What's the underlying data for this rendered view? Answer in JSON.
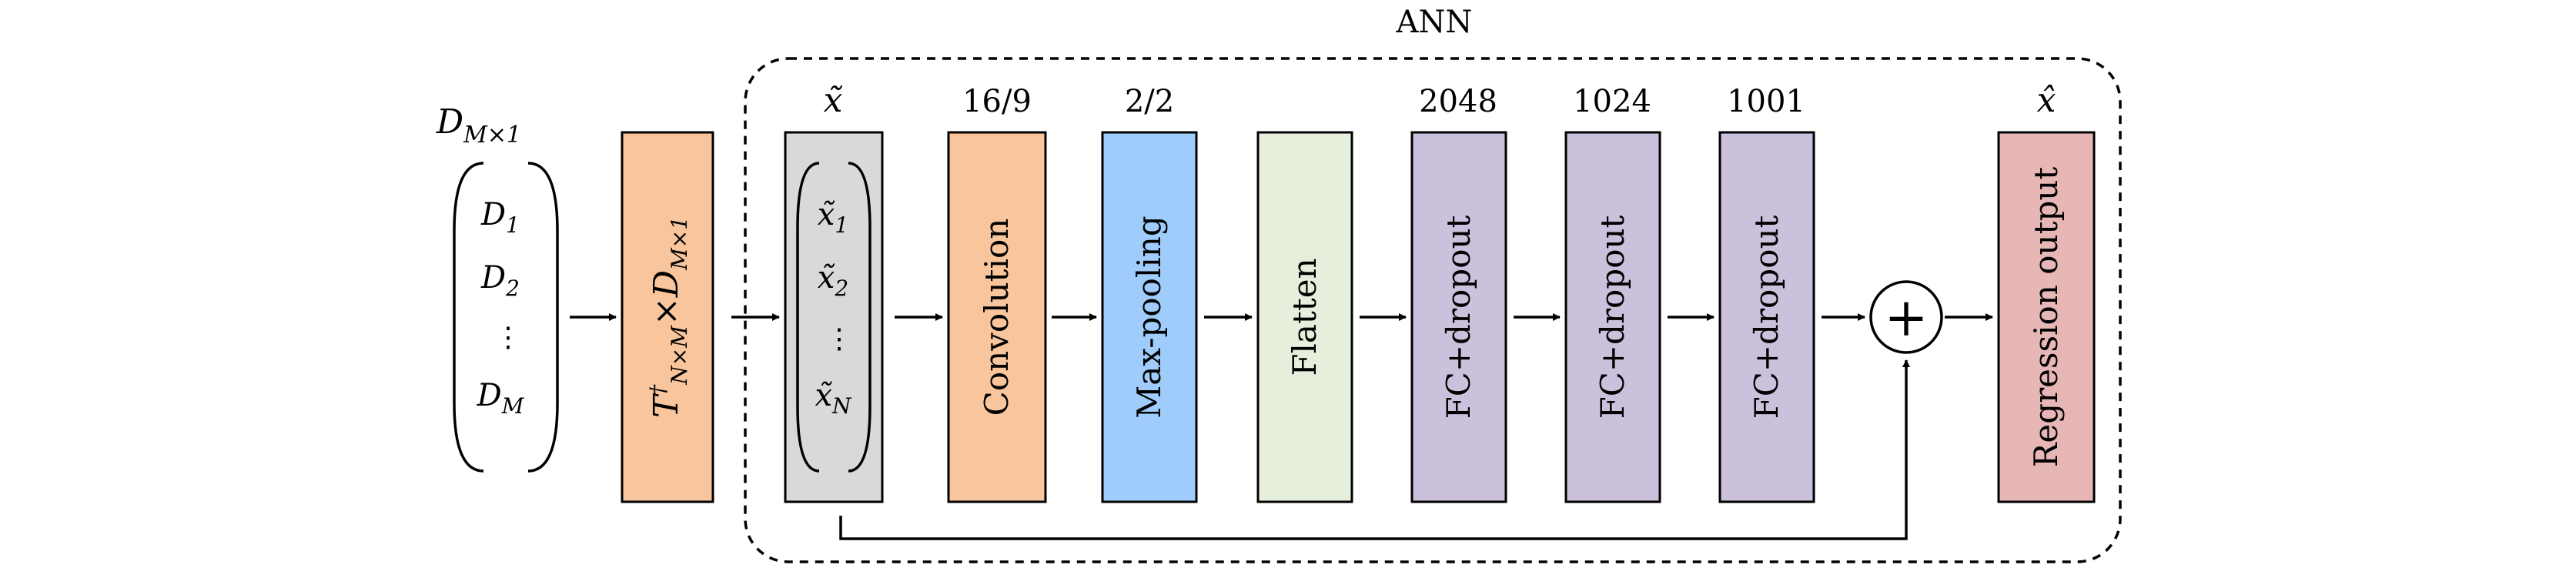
{
  "ann_label": "ANN",
  "input_vector": {
    "title": "D",
    "title_sub": "M×1",
    "items": [
      {
        "base": "D",
        "sub": "1"
      },
      {
        "base": "D",
        "sub": "2"
      },
      {
        "base": "⋮",
        "sub": ""
      },
      {
        "base": "D",
        "sub": "M"
      }
    ]
  },
  "transform_block": {
    "text_T": "T",
    "sup": "†",
    "sub1": "N×M",
    "times": "×",
    "text_D": "D",
    "sub2": "M×1",
    "color": "#F8C59C"
  },
  "reduced_vector": {
    "top_label": "x̃",
    "items": [
      {
        "base": "x̃",
        "sub": "1"
      },
      {
        "base": "x̃",
        "sub": "2"
      },
      {
        "base": "⋮",
        "sub": ""
      },
      {
        "base": "x̃",
        "sub": "N"
      }
    ],
    "color": "#D9D9D9"
  },
  "layers": [
    {
      "name": "Convolution",
      "top_label": "16/9",
      "color": "#F8C59C"
    },
    {
      "name": "Max-pooling",
      "top_label": "2/2",
      "color": "#9FCCFB"
    },
    {
      "name": "Flatten",
      "top_label": "",
      "color": "#E6EFDB"
    },
    {
      "name": "FC+dropout",
      "top_label": "2048",
      "color": "#CBC1DC"
    },
    {
      "name": "FC+dropout",
      "top_label": "1024",
      "color": "#CBC1DC"
    },
    {
      "name": "FC+dropout",
      "top_label": "1001",
      "color": "#CBC1DC"
    }
  ],
  "sum_symbol": "+",
  "output_block": {
    "name": "Regression output",
    "top_label": "x̂",
    "color": "#E7B7B6"
  }
}
